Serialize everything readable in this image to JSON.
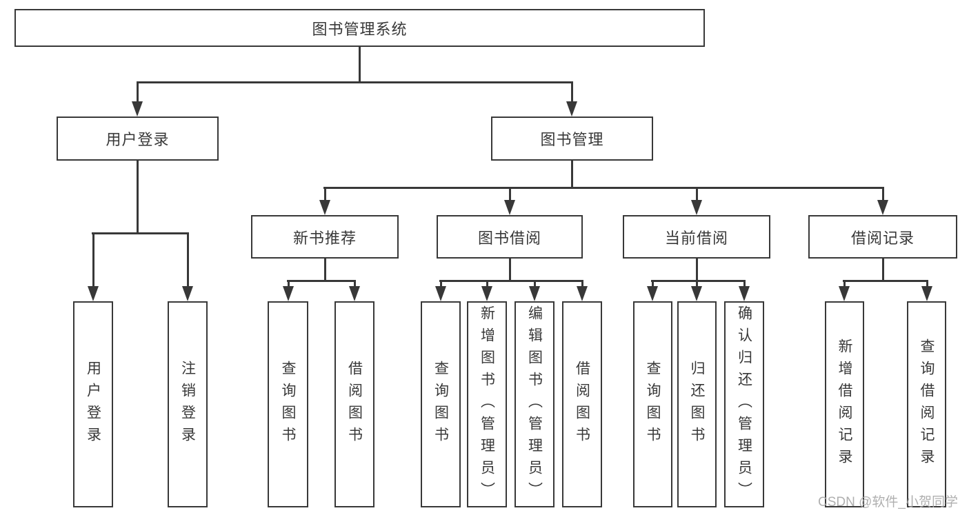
{
  "colors": {
    "line": "#383838",
    "text": "#383838",
    "box_bg": "#ffffff",
    "background": "#ffffff",
    "watermark": "#a9a9a9"
  },
  "watermark": {
    "text": "CSDN @软件_小贺同学"
  },
  "tree": {
    "label": "图书管理系统",
    "children": [
      {
        "label": "用户登录",
        "children": [
          {
            "label": "用户登录"
          },
          {
            "label": "注销登录"
          }
        ]
      },
      {
        "label": "图书管理",
        "children": [
          {
            "label": "新书推荐",
            "children": [
              {
                "label": "查询图书"
              },
              {
                "label": "借阅图书"
              }
            ]
          },
          {
            "label": "图书借阅",
            "children": [
              {
                "label": "查询图书"
              },
              {
                "label": "新增图书（管理员）"
              },
              {
                "label": "编辑图书（管理员）"
              },
              {
                "label": "借阅图书"
              }
            ]
          },
          {
            "label": "当前借阅",
            "children": [
              {
                "label": "查询图书"
              },
              {
                "label": "归还图书"
              },
              {
                "label": "确认归还（管理员）"
              }
            ]
          },
          {
            "label": "借阅记录",
            "children": [
              {
                "label": "新增借阅记录"
              },
              {
                "label": "查询借阅记录"
              }
            ]
          }
        ]
      }
    ]
  }
}
